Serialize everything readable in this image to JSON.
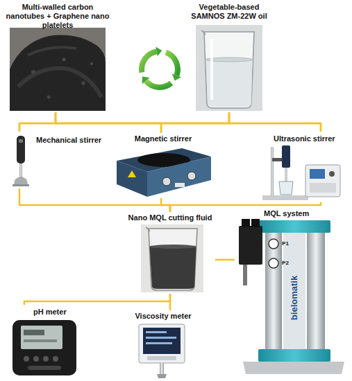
{
  "diagram": {
    "nodes": [
      {
        "text": [
          "Multi-walled carbon nanotubes + Graphene nano platelets"
        ]
      },
      {
        "text": [
          "Vegetable-based SAMNOS ZM-22W oil"
        ]
      },
      {
        "text": [
          "Mechanical stirrer"
        ]
      },
      {
        "text": [
          "Magnetic stirrer"
        ]
      },
      {
        "text": [
          "Ultrasonic stirrer"
        ]
      },
      {
        "text": [
          "Nano MQL cutting fluid"
        ]
      },
      {
        "text": [
          "MQL system"
        ]
      },
      {
        "text": [
          "pH meter"
        ]
      },
      {
        "text": [
          "Viscosity meter"
        ]
      }
    ],
    "edges": [
      {
        "from": 0,
        "to": 2,
        "arrow": "none"
      },
      {
        "from": 0,
        "to": 3,
        "arrow": "none"
      },
      {
        "from": 0,
        "to": 4,
        "arrow": "none"
      },
      {
        "from": 1,
        "to": 2,
        "arrow": "none"
      },
      {
        "from": 1,
        "to": 3,
        "arrow": "none"
      },
      {
        "from": 1,
        "to": 4,
        "arrow": "none"
      },
      {
        "from": 2,
        "to": 5,
        "arrow": "none"
      },
      {
        "from": 3,
        "to": 5,
        "arrow": "none"
      },
      {
        "from": 4,
        "to": 5,
        "arrow": "none"
      },
      {
        "from": 5,
        "to": 6,
        "arrow": "none"
      },
      {
        "from": 5,
        "to": 7,
        "arrow": "none"
      },
      {
        "from": 5,
        "to": 8,
        "arrow": "none"
      }
    ],
    "labels": [
      "bielomatik",
      "P1",
      "P2"
    ]
  }
}
